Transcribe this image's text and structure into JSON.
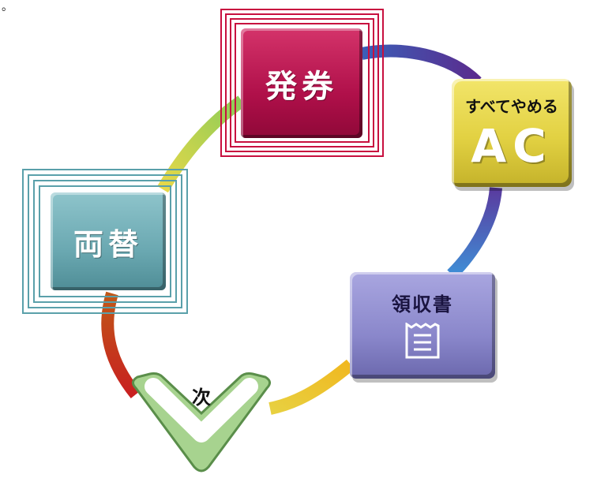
{
  "corner_mark": "。",
  "buttons": {
    "hakken": "発券",
    "ryogae": "両替",
    "ac_sub": "すべてやめる",
    "ac_main": "AC",
    "receipt": "領収書",
    "next": "次"
  },
  "colors": {
    "hakken": "#b0104a",
    "ryogae": "#6aa8b1",
    "ac": "#e2d142",
    "receipt": "#8a87cb",
    "next": "#9fcf86"
  },
  "icons": {
    "receipt": "receipt-icon",
    "next": "chevron-down-icon"
  }
}
